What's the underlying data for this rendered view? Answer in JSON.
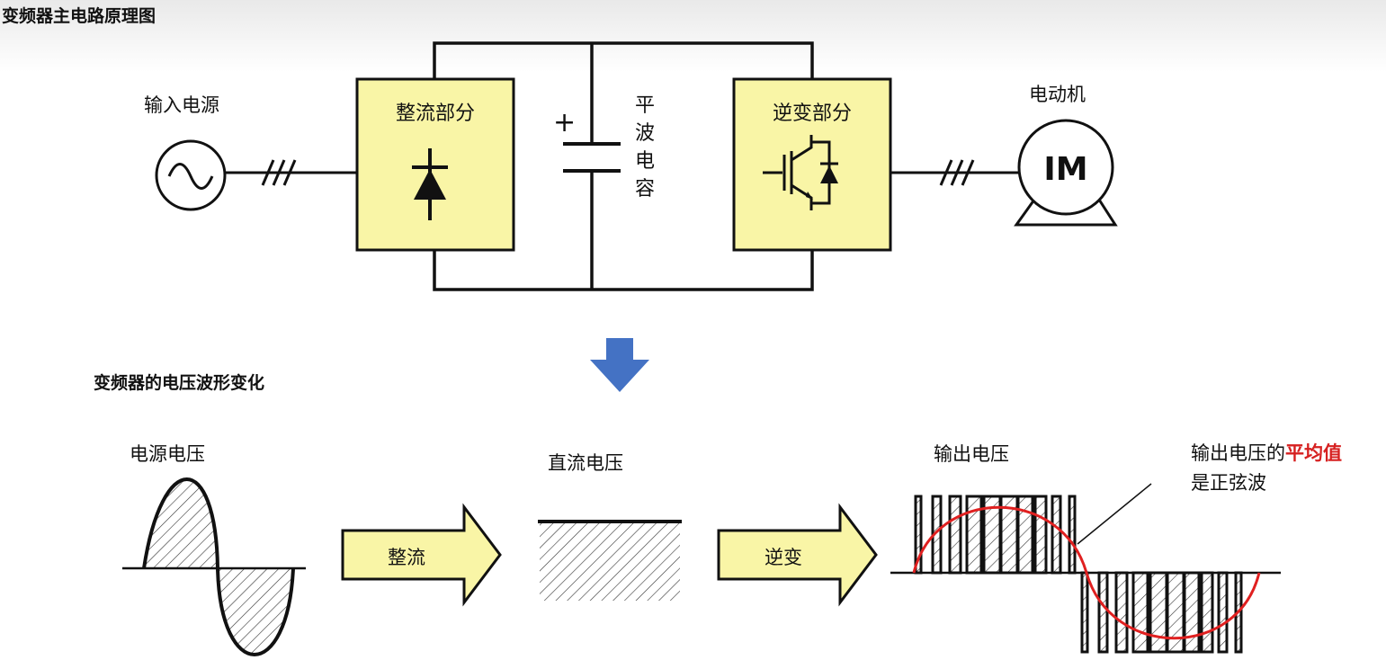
{
  "title": "变频器主电路原理图",
  "circuit": {
    "input_label": "输入电源",
    "rectifier_label": "整流部分",
    "capacitor_label": [
      "平",
      "波",
      "电",
      "容"
    ],
    "capacitor_plus": "+",
    "inverter_label": "逆变部分",
    "motor_label": "电动机",
    "motor_symbol": "IM"
  },
  "waveforms": {
    "section_title": "变频器的电压波形变化",
    "source_label": "电源电压",
    "rectify_arrow_label": "整流",
    "dc_label": "直流电压",
    "invert_arrow_label": "逆变",
    "output_label": "输出电压",
    "note_line1_prefix": "输出电压的",
    "note_line1_highlight": "平均值",
    "note_line2": "是正弦波"
  },
  "colors": {
    "block_fill": "#f9f5a6",
    "arrow_blue": "#4472c4",
    "sine_red": "#e02020",
    "highlight_red": "#d62020"
  }
}
